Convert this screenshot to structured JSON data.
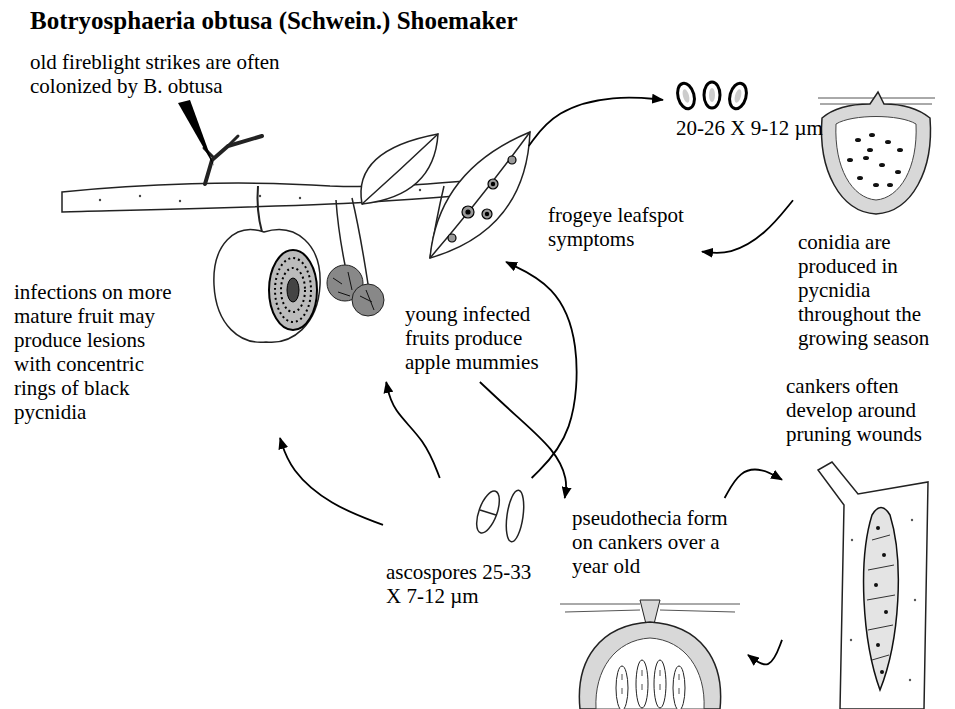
{
  "diagram": {
    "title": "Botryosphaeria obtusa (Schwein.) Shoemaker",
    "nodes": [
      {
        "text": [
          "20-26 X 9-12 µm"
        ]
      },
      {
        "text": [
          "conidia are produced in pycnidia throughout the growing season"
        ]
      },
      {
        "text": [
          "frogeye leafspot symptoms"
        ]
      },
      {
        "text": [
          "infections on more mature fruit may produce lesions with concentric rings of black pycnidia"
        ]
      },
      {
        "text": [
          "young infected fruits produce apple mummies"
        ]
      },
      {
        "text": [
          "cankers often develop around pruning wounds"
        ]
      },
      {
        "text": [
          "ascospores 25-33 X 7-12 µm"
        ]
      },
      {
        "text": [
          "pseudothecia form on cankers over a year old"
        ]
      }
    ],
    "edges": [
      {
        "from": 6,
        "to": 3,
        "arrow": "to"
      },
      {
        "from": 6,
        "to": 4,
        "arrow": "to"
      },
      {
        "from": 6,
        "to": 2,
        "arrow": "to"
      },
      {
        "from": 2,
        "to": 0,
        "arrow": "to"
      },
      {
        "from": 1,
        "to": 2,
        "arrow": "to"
      },
      {
        "from": 4,
        "to": 7,
        "arrow": "to"
      },
      {
        "from": 7,
        "to": 5,
        "arrow": "to"
      },
      {
        "from": 5,
        "to": 7,
        "arrow": "to"
      }
    ],
    "labels": [
      "old fireblight strikes are often colonized by B. obtusa"
    ]
  }
}
